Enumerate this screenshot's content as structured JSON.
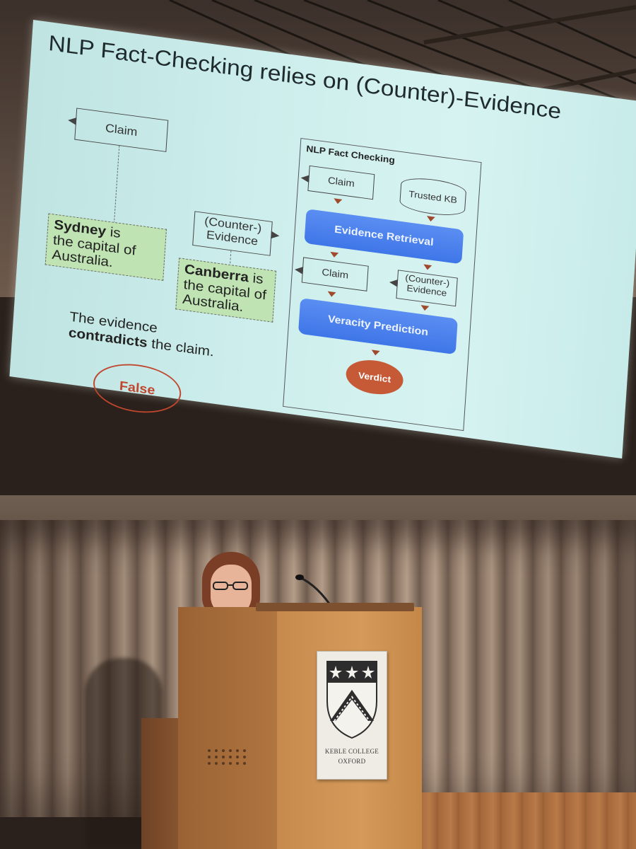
{
  "slide": {
    "title": "NLP Fact-Checking relies on (Counter)-Evidence",
    "left": {
      "claim_label": "Claim",
      "evidence_label_1": "(Counter-)",
      "evidence_label_2": "Evidence",
      "claim_fact": {
        "bold": "Sydney",
        "rest_1": " is",
        "line2": "the capital of",
        "line3": "Australia."
      },
      "evidence_fact": {
        "bold": "Canberra",
        "rest_1": " is",
        "line2": "the capital of",
        "line3": "Australia."
      },
      "statement": {
        "line1": "The evidence",
        "bold": "contradicts",
        "rest": " the claim."
      },
      "verdict": "False"
    },
    "pipeline": {
      "title": "NLP Fact Checking",
      "claim_top": "Claim",
      "trusted_kb": "Trusted KB",
      "evidence_retrieval": "Evidence Retrieval",
      "claim_mid": "Claim",
      "counter_evidence_1": "(Counter-)",
      "counter_evidence_2": "Evidence",
      "veracity_prediction": "Veracity Prediction",
      "verdict": "Verdict"
    }
  },
  "plaque": {
    "line1": "KEBLE COLLEGE",
    "line2": "OXFORD"
  },
  "colors": {
    "slide_bg": "#cdeeec",
    "blue_box": "#4a80ee",
    "accent_red": "#c0472e",
    "fact_green": "#bfe3b3",
    "arrow": "#a0492d"
  }
}
